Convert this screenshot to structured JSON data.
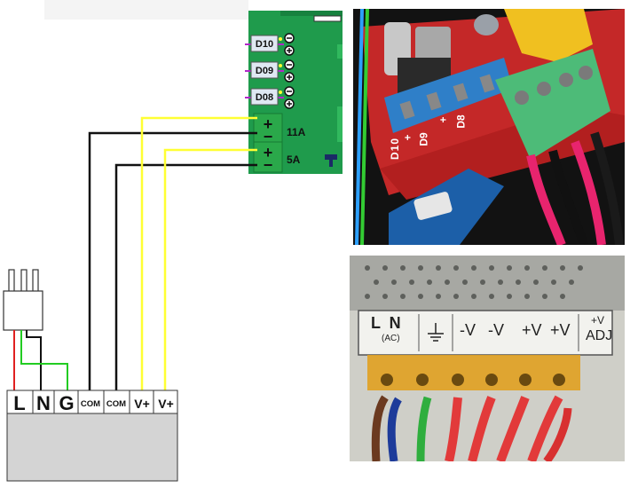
{
  "board": {
    "labels": [
      "D10",
      "D09",
      "D08"
    ],
    "polarity": {
      "plus": "+",
      "minus": "−"
    },
    "ratings": [
      "11A",
      "5A"
    ]
  },
  "psu": {
    "terminals": [
      "L",
      "N",
      "G",
      "COM",
      "COM",
      "V+",
      "V+"
    ],
    "panel_labels": [
      "L  N",
      "(AC)",
      "-V",
      "-V",
      "+V",
      "+V",
      "+V",
      "ADJ"
    ]
  },
  "photo_board": {
    "labels": [
      "D10",
      "+",
      "D9",
      "+",
      "D8"
    ]
  },
  "colors": {
    "board_green": "#1e9a4a",
    "terminal_green": "#2aa84a",
    "wire_yellow": "#ffff33",
    "wire_black": "#111111",
    "wire_red": "#e02020",
    "wire_green": "#22cc22",
    "psu_body": "#d4d4d4"
  }
}
